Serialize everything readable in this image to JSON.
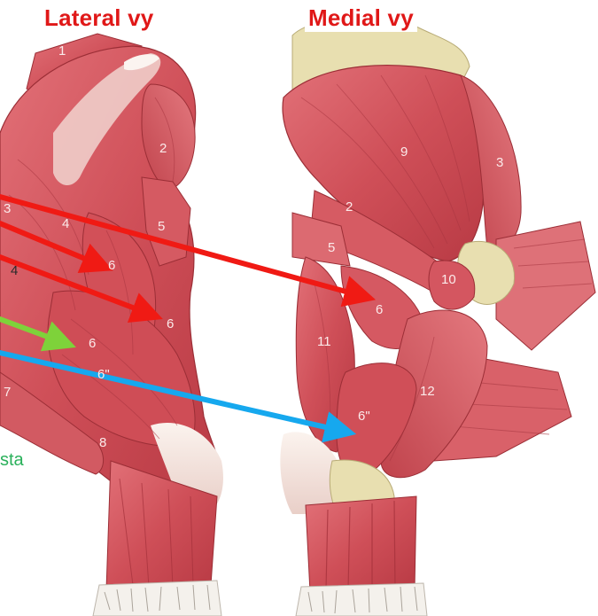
{
  "titles": {
    "lateral": "Lateral vy",
    "medial": "Medial vy"
  },
  "side_text": "sta",
  "labels": {
    "lateral": [
      "1",
      "2",
      "3",
      "4",
      "5",
      "6",
      "6",
      "4",
      "6",
      "6\"",
      "7",
      "8"
    ],
    "medial": [
      "9",
      "3",
      "2",
      "5",
      "10",
      "6",
      "11",
      "12",
      "6\""
    ]
  },
  "colors": {
    "muscle": "#d8565e",
    "muscle_dark": "#a8323b",
    "tendon": "#f3e6df",
    "bone": "#e8dfb0",
    "arrow_red": "#f01a14",
    "arrow_green": "#7ed23a",
    "arrow_blue": "#16a8ee",
    "title": "#e01818"
  }
}
